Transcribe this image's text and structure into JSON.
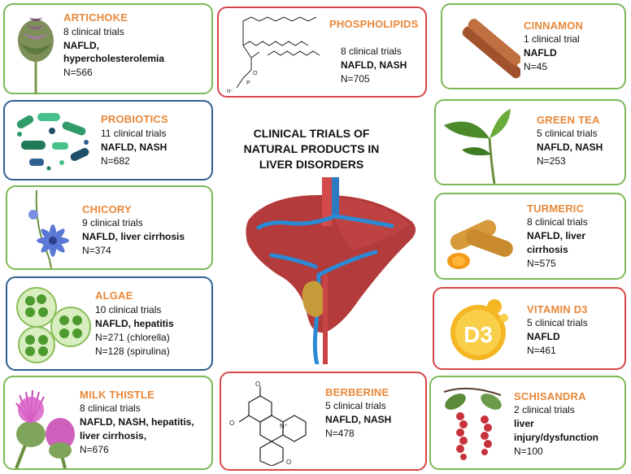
{
  "title": {
    "line1": "CLINICAL TRIALS OF",
    "line2": "NATURAL PRODUCTS IN",
    "line3": "LIVER DISORDERS"
  },
  "colors": {
    "green_border": "#7cb957",
    "blue_border": "#2e5f8f",
    "red_border": "#d64646",
    "title_orange": "#e8883a"
  },
  "cards": {
    "artichoke": {
      "name": "ARTICHOKE",
      "trials": "8 clinical trials",
      "dis1": "NAFLD,",
      "dis2": "hypercholesterolemia",
      "n": "N=566",
      "icon": "artichoke-icon"
    },
    "probiotics": {
      "name": "PROBIOTICS",
      "trials": "11 clinical trials",
      "dis1": "NAFLD, NASH",
      "n": "N=682",
      "icon": "bacteria-icon"
    },
    "chicory": {
      "name": "CHICORY",
      "trials": "9 clinical trials",
      "dis1": "NAFLD, liver cirrhosis",
      "n": "N=374",
      "icon": "chicory-flower-icon"
    },
    "algae": {
      "name": "ALGAE",
      "trials": "10 clinical trials",
      "dis1": "NAFLD, hepatitis",
      "n1": "N=271 (chlorella)",
      "n2": "N=128 (spirulina)",
      "icon": "algae-cells-icon"
    },
    "milk_thistle": {
      "name": "MILK THISTLE",
      "trials": "8 clinical trials",
      "dis1": "NAFLD, NASH, hepatitis,",
      "dis2": "liver cirrhosis,",
      "n": "N=676",
      "icon": "thistle-icon"
    },
    "phospholipids": {
      "name": "PHOSPHOLIPIDS",
      "trials": "8 clinical trials",
      "dis1": "NAFLD, NASH",
      "n": "N=705",
      "icon": "phospholipid-structure-icon"
    },
    "berberine": {
      "name": "BERBERINE",
      "trials": "5 clinical trials",
      "dis1": "NAFLD, NASH",
      "n": "N=478",
      "icon": "berberine-structure-icon"
    },
    "cinnamon": {
      "name": "CINNAMON",
      "trials": "1 clinical trial",
      "dis1": "NAFLD",
      "n": "N=45",
      "icon": "cinnamon-sticks-icon"
    },
    "green_tea": {
      "name": "GREEN TEA",
      "trials": "5 clinical trials",
      "dis1": "NAFLD, NASH",
      "n": "N=253",
      "icon": "tea-leaves-icon"
    },
    "turmeric": {
      "name": "TURMERIC",
      "trials": "8 clinical trials",
      "dis1": "NAFLD, liver",
      "dis2": "cirrhosis",
      "n": "N=575",
      "icon": "turmeric-root-icon"
    },
    "vitamin_d3": {
      "name": "VITAMIN D3",
      "trials": "5 clinical trials",
      "dis1": "NAFLD",
      "n": "N=461",
      "icon": "vitamin-capsule-icon",
      "capsule_label": "D3"
    },
    "schisandra": {
      "name": "SCHISANDRA",
      "trials": "2 clinical trials",
      "dis1": "liver",
      "dis2": "injury/dysfunction",
      "n": "N=100",
      "icon": "berry-cluster-icon"
    }
  }
}
